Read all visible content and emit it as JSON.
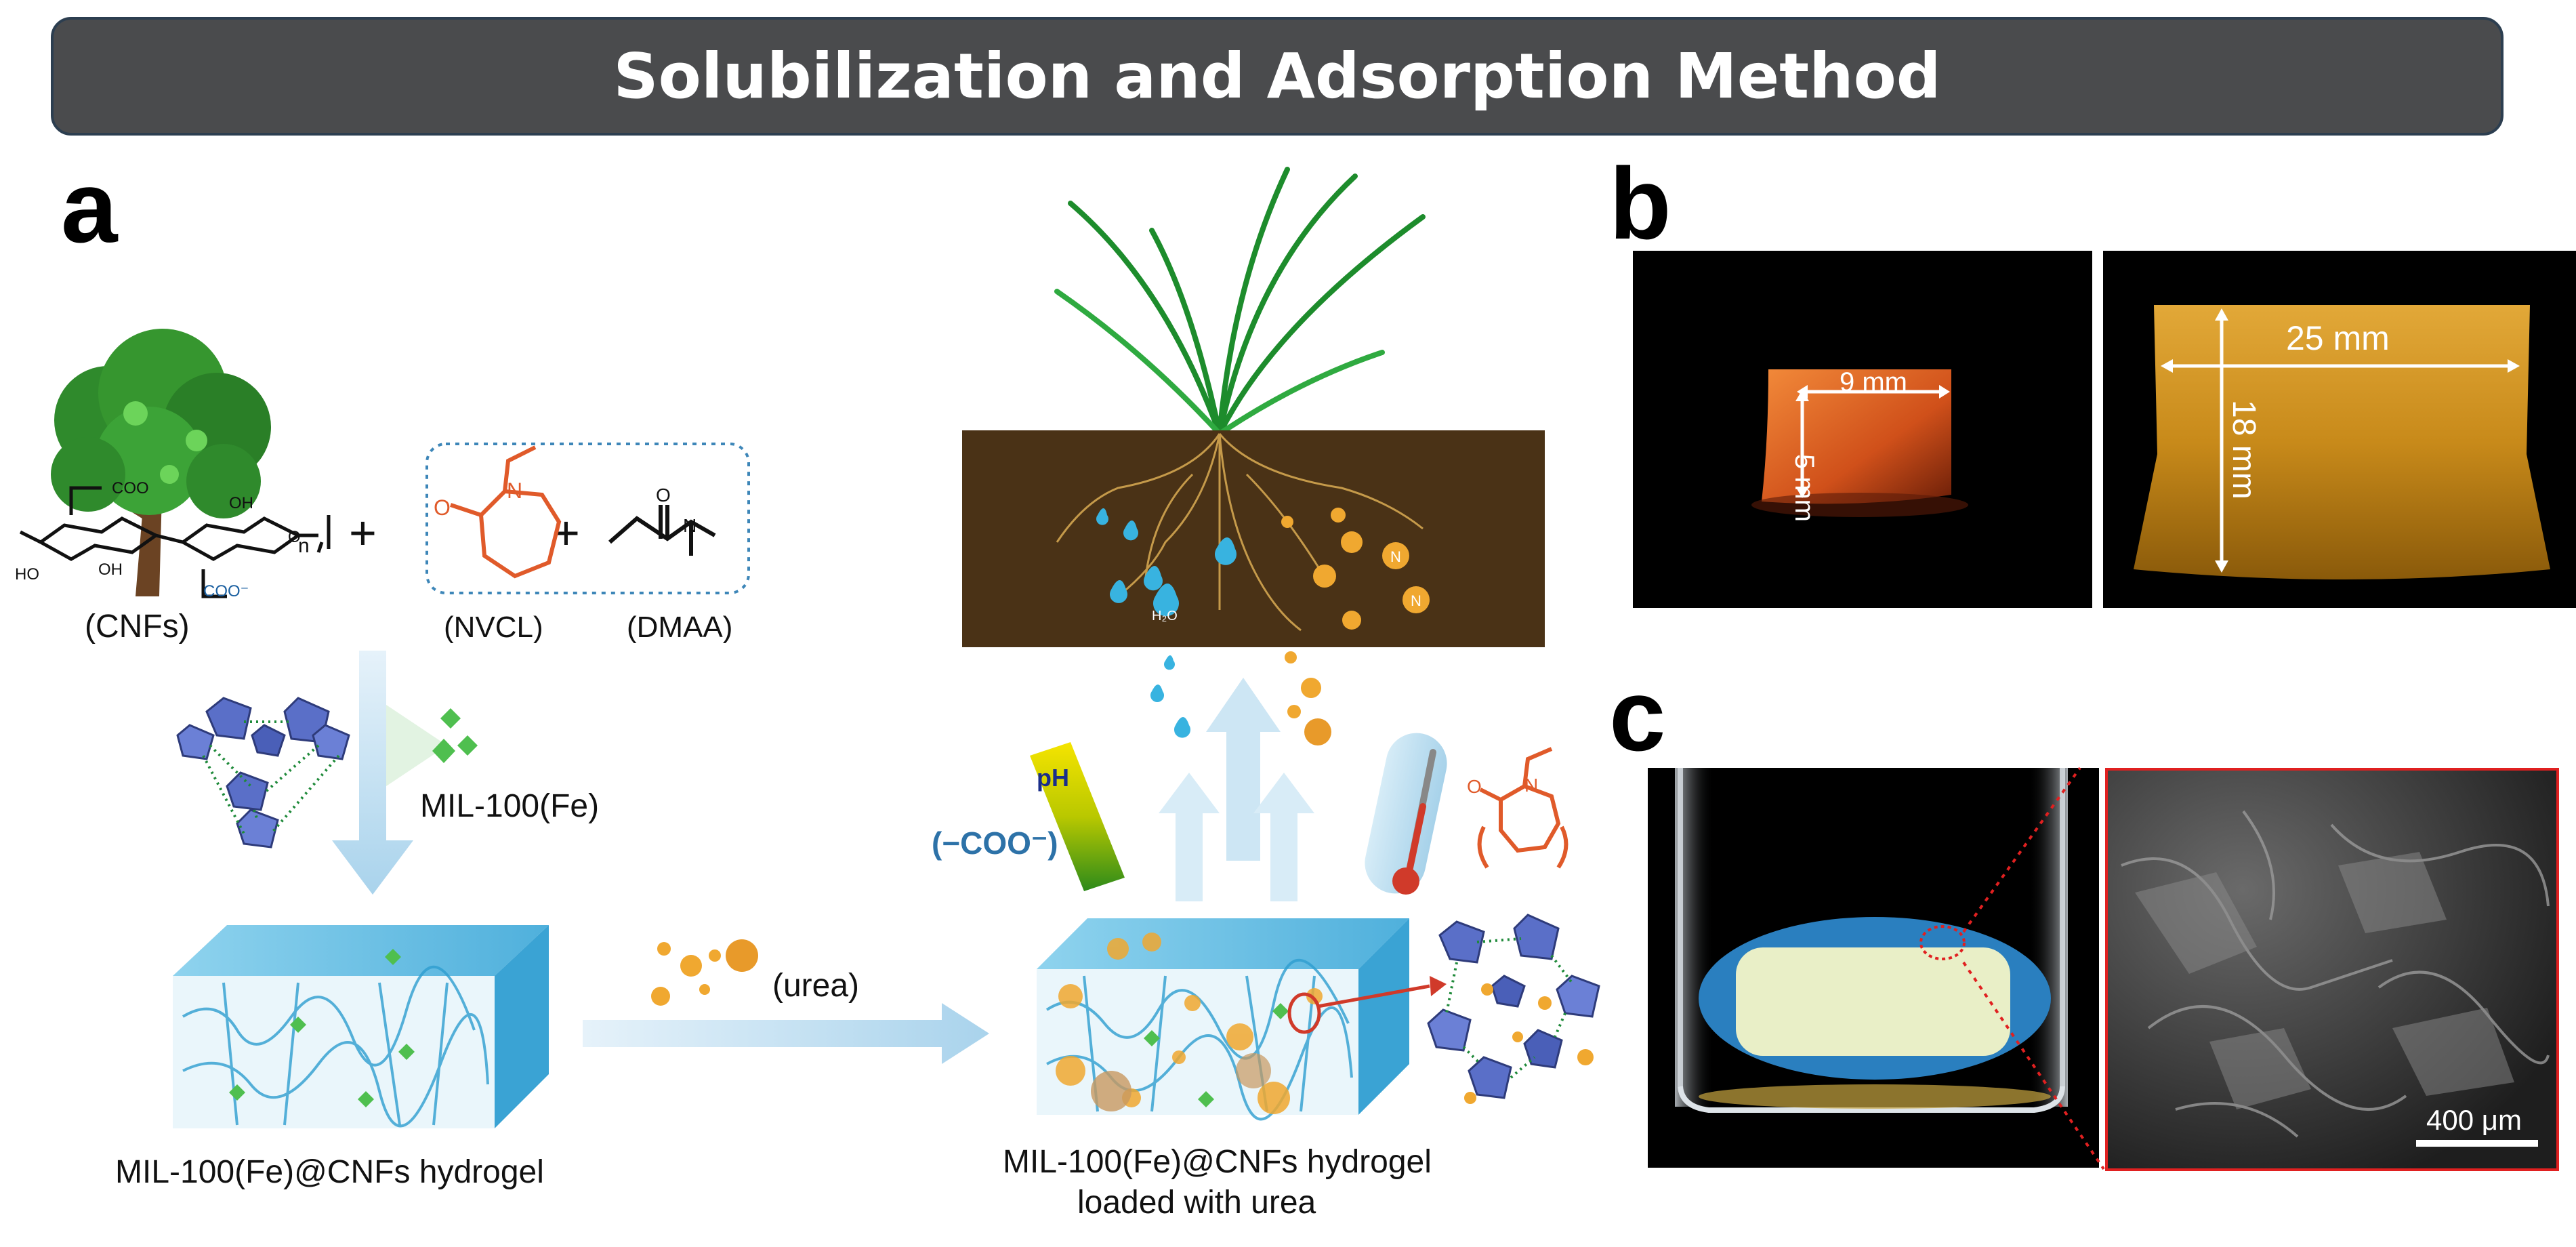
{
  "title": "Solubilization and Adsorption Method",
  "panels": {
    "a": "a",
    "b": "b",
    "c": "c"
  },
  "schemeA": {
    "cnfs": "(CNFs)",
    "nvcl": "(NVCL)",
    "dmaa": "(DMAA)",
    "plus": "+",
    "mil": "MIL-100(Fe)",
    "urea": "(urea)",
    "hydrogel": "MIL-100(Fe)@CNFs hydrogel",
    "loaded_line1": "MIL-100(Fe)@CNFs hydrogel",
    "loaded_line2": "loaded with urea",
    "coo": "(−COO⁻)",
    "ph": "pH",
    "h2o": "H₂O",
    "n": "N",
    "chem": {
      "oh": "OH",
      "ho": "HO",
      "coo_small": "COO⁻",
      "sub_n": "n",
      "o": "O",
      "n_atom": "N"
    }
  },
  "panelB": {
    "width1": "9 mm",
    "height1": "5 mm",
    "width2": "25 mm",
    "height2": "18 mm"
  },
  "panelC": {
    "scalebar": "400 μm"
  },
  "colors": {
    "banner": "#4a4b4d",
    "orange": "#e05a2a",
    "soil": "#4a3216",
    "hydrogel": "#5ab8dd",
    "mof": "#5a6fc8",
    "urea": "#f0a830"
  }
}
